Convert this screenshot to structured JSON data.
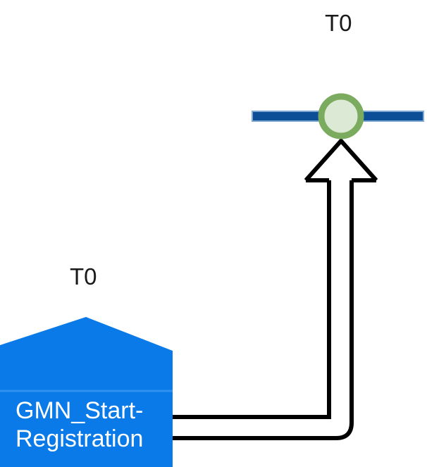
{
  "diagram": {
    "type": "process-flow",
    "title": "",
    "colors": {
      "node_fill": "#0a7ae8",
      "node_divider": "#2f93ef",
      "node_text": "#ffffff",
      "lane_line": "#0d4f96",
      "lane_line_border": "#7fa8d2",
      "event_ring": "#7aab5e",
      "event_fill": "#dce9d4",
      "arrow_stroke": "#000000",
      "label_text": "#1a1a1a",
      "background": "#ffffff"
    },
    "labels": {
      "top_event_label": "T0",
      "task_label": "T0"
    },
    "start_node": {
      "name": "GMN_Start-Registration",
      "text_lines": "GMN_Start-\nRegistration",
      "shape": "pentagon-house",
      "fill": "#0a7ae8"
    },
    "event_node": {
      "name": "intermediate-event",
      "shape": "circle",
      "ring_color": "#7aab5e",
      "fill_color": "#dce9d4"
    },
    "connector": {
      "name": "sequence-flow",
      "style": "orthogonal-block-arrow",
      "direction": "up",
      "stroke": "#000000"
    },
    "lane": {
      "name": "timeline-axis",
      "color": "#0d4f96"
    }
  }
}
